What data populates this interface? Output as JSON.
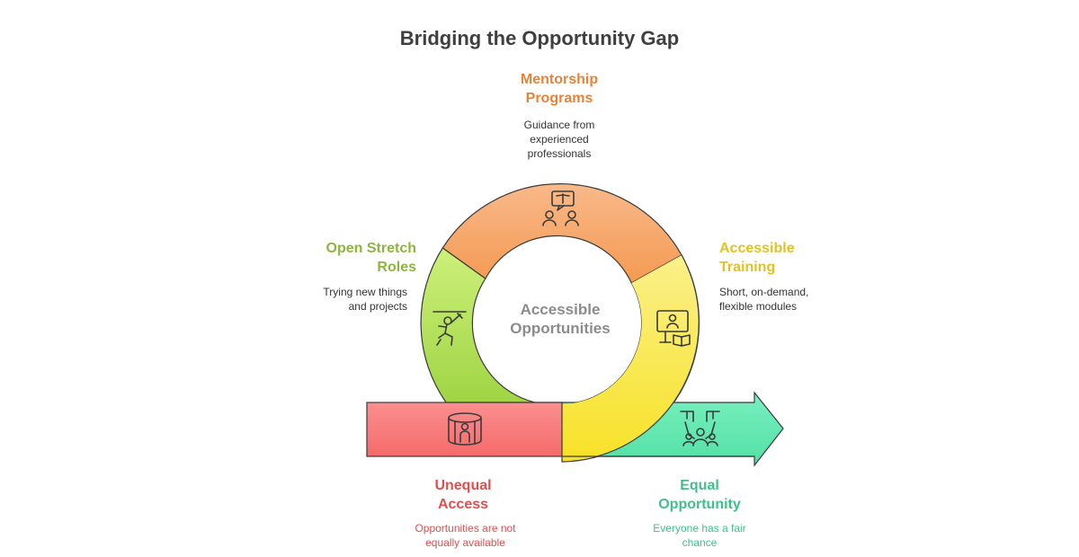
{
  "title": "Bridging the Opportunity Gap",
  "center_label": "Accessible Opportunities",
  "colors": {
    "title": "#3f3f3f",
    "center": "#8c8c8c",
    "mentorship": "#e6833a",
    "stretch": "#8db63c",
    "training": "#e3c21e",
    "unequal": "#e04e4e",
    "equal": "#3fbf8a",
    "outline": "#3a3a3a"
  },
  "stages": {
    "mentorship": {
      "title": "Mentorship Programs",
      "description": "Guidance from experienced professionals",
      "icon": "mentorship-icon"
    },
    "stretch": {
      "title": "Open Stretch Roles",
      "description": "Trying new things and projects",
      "icon": "stretch-role-icon"
    },
    "training": {
      "title": "Accessible Training",
      "description": "Short, on-demand, flexible modules",
      "icon": "training-icon"
    },
    "unequal": {
      "title": "Unequal Access",
      "description": "Opportunities are not equally available",
      "icon": "barrier-icon"
    },
    "equal": {
      "title": "Equal Opportunity",
      "description": "Everyone has a fair chance",
      "icon": "equal-opportunity-icon"
    }
  }
}
